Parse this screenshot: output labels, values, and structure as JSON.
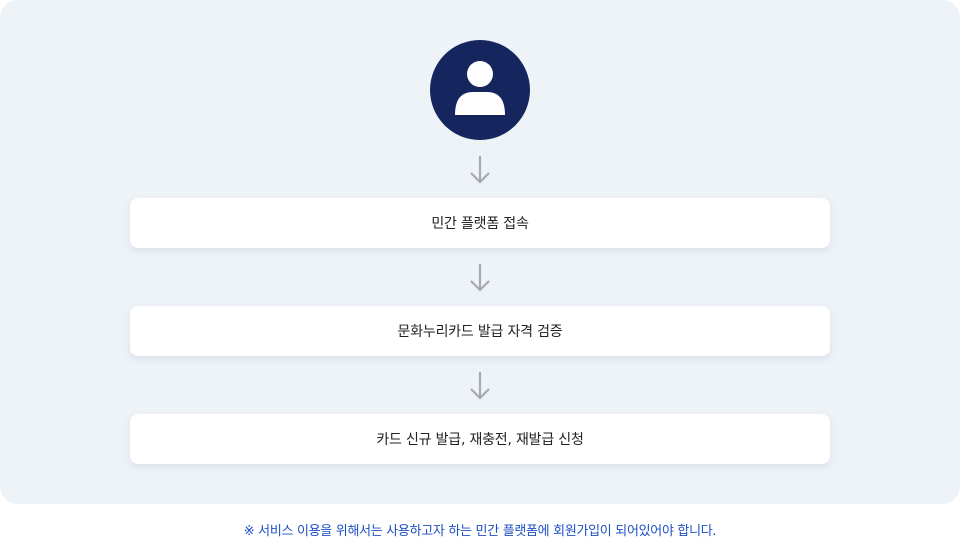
{
  "diagram": {
    "steps": [
      {
        "label": "민간 플랫폼 접속"
      },
      {
        "label": "문화누리카드 발급 자격 검증"
      },
      {
        "label": "카드 신규 발급, 재충전, 재발급 신청"
      }
    ],
    "footnote": "※ 서비스 이용을 위해서는 사용하고자 하는 민간 플랫폼에 회원가입이 되어있어야 합니다."
  },
  "colors": {
    "panel_bg": "#eef3f8",
    "avatar_bg": "#15265f",
    "arrow": "#a6a9ad",
    "footnote_text": "#1d4fc4"
  },
  "icons": {
    "avatar": "user-icon",
    "connector": "arrow-down-icon"
  }
}
